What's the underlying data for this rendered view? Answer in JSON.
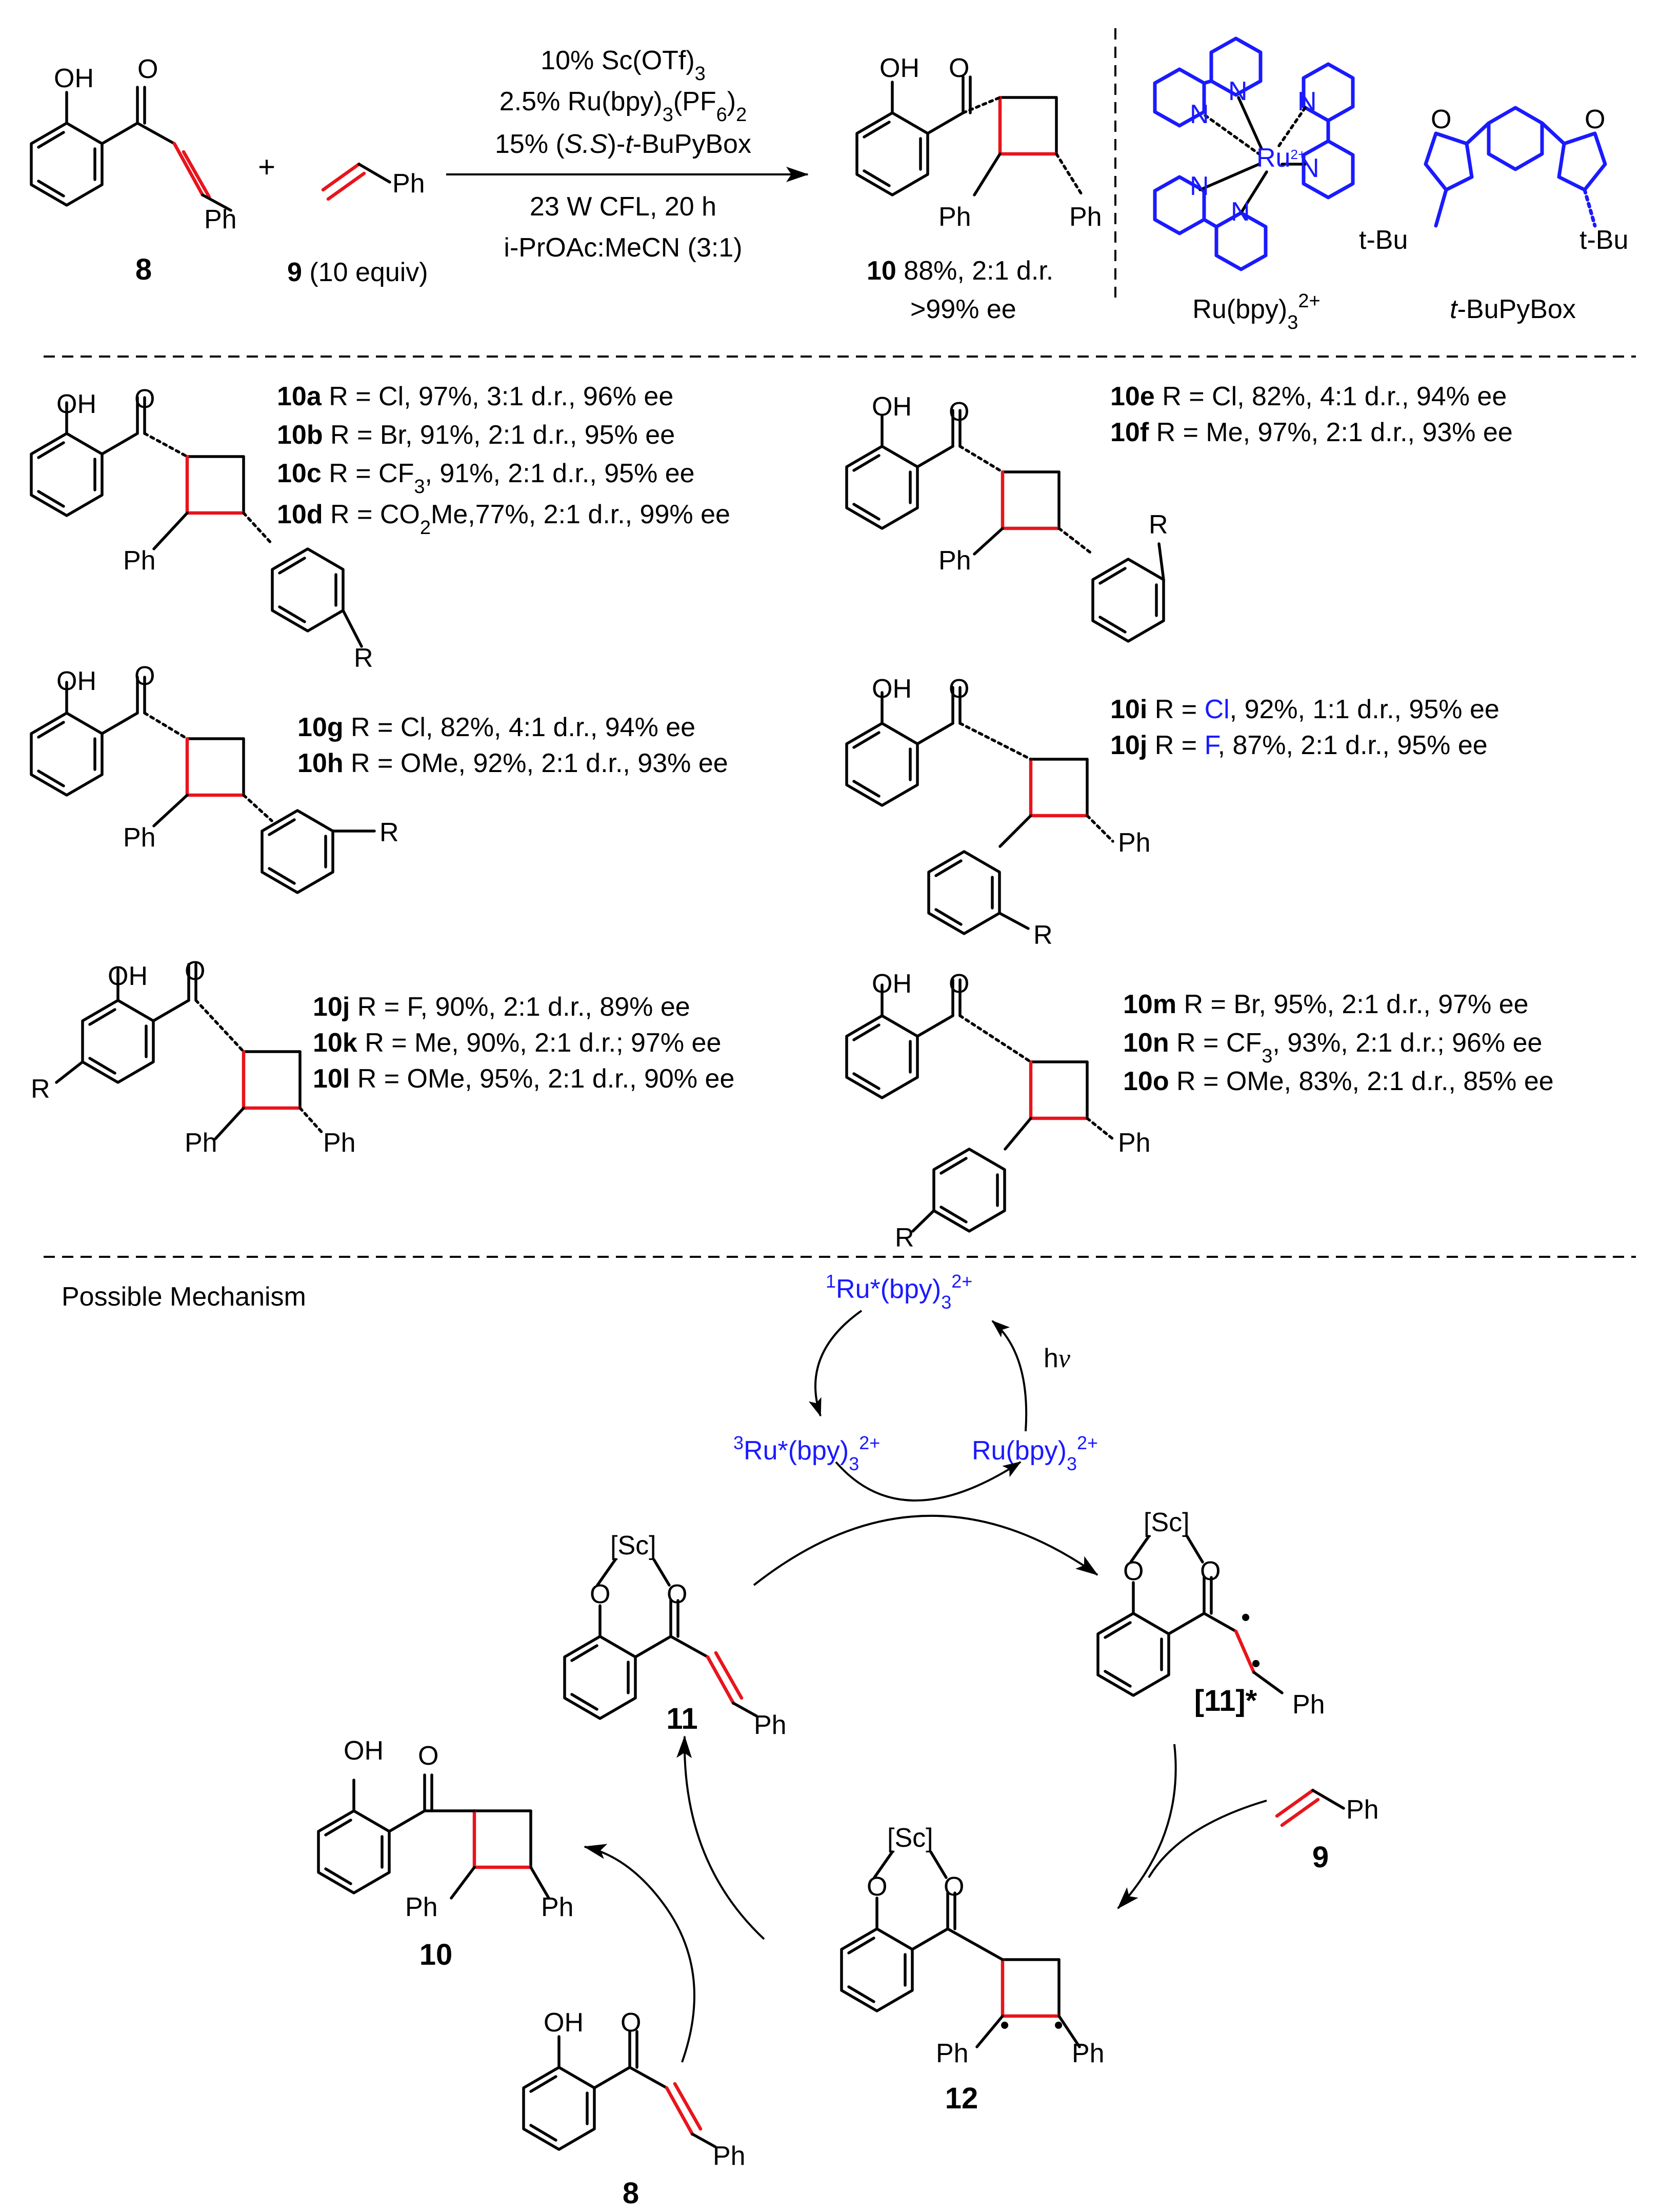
{
  "colors": {
    "accent_red": "#e8141c",
    "catalyst_blue": "#1a1aff",
    "ink": "#000000"
  },
  "top": {
    "cmpd8": "8",
    "plus": "+",
    "cmpd9_num": "9",
    "cmpd9_equiv": " (10 equiv)",
    "cond_1a": "10% Sc(OTf)",
    "cond_1b": "3",
    "cond_2a": "2.5% Ru(bpy)",
    "cond_2b": "3",
    "cond_2c": "(PF",
    "cond_2d": "6",
    "cond_2e": ")",
    "cond_2f": "2",
    "cond_3a": "15% (",
    "cond_3b": "S.S",
    "cond_3c": ")-",
    "cond_3d": "t",
    "cond_3e": "-BuPyBox",
    "cond_4": "23 W CFL, 20 h",
    "cond_5": "i-PrOAc:MeCN (3:1)",
    "product_num": "10",
    "product_yield": "  88%, 2:1 d.r.",
    "product_ee": ">99% ee",
    "ru_label_a": "Ru(bpy)",
    "ru_label_b": "3",
    "ru_label_c": "2+",
    "pybox_label_a": "t",
    "pybox_label_b": "-BuPyBox",
    "ru_center": "Ru",
    "ru_charge": "2+",
    "tbu": "t-Bu"
  },
  "atoms": {
    "oh": "OH",
    "o": "O",
    "ph": "Ph",
    "r": "R",
    "n": "N",
    "sc": "[Sc]"
  },
  "scope": {
    "a_num": "10a",
    "a_text": " R = Cl, 97%, 3:1 d.r., 96% ee",
    "b_num": "10b",
    "b_text": "  R = Br, 91%, 2:1 d.r., 95% ee",
    "c_num": "10c",
    "c_text_a": "  R = CF",
    "c_text_b": "3",
    "c_text_c": ", 91%, 2:1 d.r., 95% ee",
    "d_num": "10d",
    "d_text_a": "  R = CO",
    "d_text_b": "2",
    "d_text_c": "Me,77%, 2:1 d.r., 99% ee",
    "e_num": "10e",
    "e_text": "  R = Cl, 82%, 4:1 d.r., 94% ee",
    "f_num": "10f",
    "f_text": "   R = Me, 97%, 2:1 d.r., 93% ee",
    "g_num": "10g",
    "g_text": "  R = Cl, 82%, 4:1 d.r., 94% ee",
    "h_num": "10h",
    "h_text": "  R = OMe, 92%, 2:1 d.r., 93% ee",
    "i_num": "10i",
    "i_text_a": "  R = ",
    "i_text_b": "Cl",
    "i_text_c": ", 92%, 1:1 d.r., 95% ee",
    "j_num": "10j",
    "j_text_a": "  R = ",
    "j_text_b": "F",
    "j_text_c": ", 87%, 2:1 d.r., 95% ee",
    "j2_num": "10j",
    "j2_text": "  R = F, 90%, 2:1 d.r., 89% ee",
    "k_num": "10k",
    "k_text": "  R = Me, 90%, 2:1 d.r.; 97% ee",
    "l_num": "10l",
    "l_text": "  R = OMe, 95%, 2:1 d.r., 90% ee",
    "m_num": "10m",
    "m_text": "  R = Br, 95%, 2:1 d.r., 97% ee",
    "n_num": "10n",
    "n_text_a": "  R = CF",
    "n_text_b": "3",
    "n_text_c": ", 93%, 2:1 d.r.; 96% ee",
    "o_num": "10o",
    "o_text": "  R = OMe, 83%, 2:1 d.r., 85% ee"
  },
  "mechanism": {
    "title": "Possible Mechanism",
    "singlet_sup": "1",
    "singlet_main": "Ru*(bpy)",
    "singlet_sub": "3",
    "singlet_charge": "2+",
    "triplet_sup": "3",
    "triplet_main": "Ru*(bpy)",
    "triplet_sub": "3",
    "triplet_charge": "2+",
    "ground_main": "Ru(bpy)",
    "ground_sub": "3",
    "ground_charge": "2+",
    "hv_h": "h",
    "hv_v": "v",
    "c11": "11",
    "c11_star": "[11]*",
    "c12": "12",
    "c10": "10",
    "c8": "8",
    "c9": "9",
    "dot": "•"
  }
}
